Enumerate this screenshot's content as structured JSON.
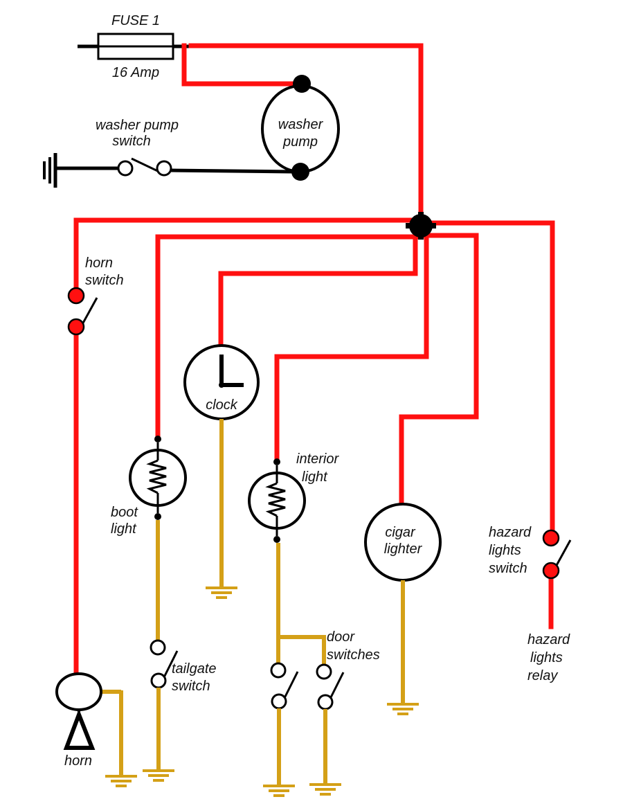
{
  "colors": {
    "power_wire": "#ff1010",
    "ground_wire": "#d4a017",
    "symbol": "#000000"
  },
  "labels": {
    "fuse_name": "FUSE 1",
    "fuse_rating": "16 Amp",
    "washer_pump": [
      "washer",
      "pump"
    ],
    "washer_pump_switch": [
      "washer pump",
      "switch"
    ],
    "horn_switch": [
      "horn",
      "switch"
    ],
    "clock": "clock",
    "boot_light": [
      "boot",
      "light"
    ],
    "interior_light": [
      "interior",
      "light"
    ],
    "cigar_lighter": [
      "cigar",
      "lighter"
    ],
    "hazard_lights_switch": [
      "hazard",
      "lights",
      "switch"
    ],
    "hazard_lights_relay": [
      "hazard",
      "lights",
      "relay"
    ],
    "tailgate_switch": [
      "tailgate",
      "switch"
    ],
    "door_switches": [
      "door",
      "switches"
    ],
    "horn": "horn"
  },
  "icons": [
    "fuse-icon",
    "motor-icon",
    "switch-icon",
    "clock-icon",
    "lamp-icon",
    "horn-icon",
    "ground-icon",
    "junction-icon"
  ]
}
